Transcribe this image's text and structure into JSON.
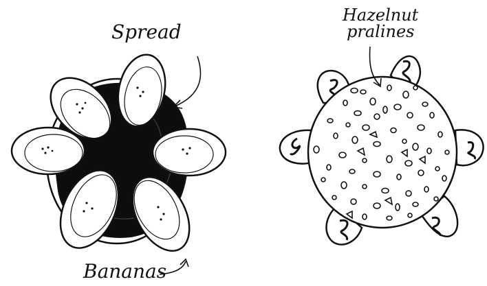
{
  "labels": {
    "spread": "Spread",
    "hazelnut_line1": "Hazelnut",
    "hazelnut_line2": "pralines",
    "bananas": "Bananas"
  },
  "colors": {
    "ink": "#111111",
    "paper": "#ffffff",
    "spread": "#0d0d0d"
  }
}
